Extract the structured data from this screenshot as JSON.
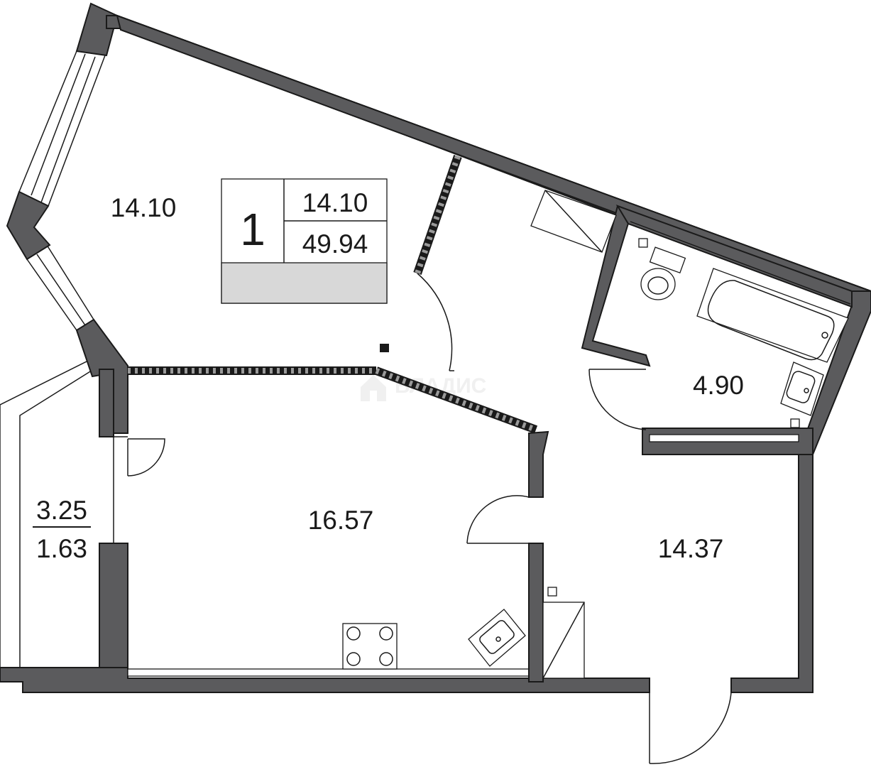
{
  "colors": {
    "wall": "#5b5b5d",
    "outline": "#1a1a1a",
    "summary_bar": "#d8d8d8",
    "watermark": "#e4e4e4"
  },
  "summary": {
    "rooms": "1",
    "living_area": "14.10",
    "total_area": "49.94"
  },
  "rooms": {
    "living_room": "14.10",
    "kitchen": "16.57",
    "bathroom": "4.90",
    "hallway": "14.37",
    "balcony_area": "3.25",
    "balcony_reduced_area": "1.63"
  },
  "watermark": {
    "text": "ВЛАДИС",
    "icon": "house-icon"
  }
}
